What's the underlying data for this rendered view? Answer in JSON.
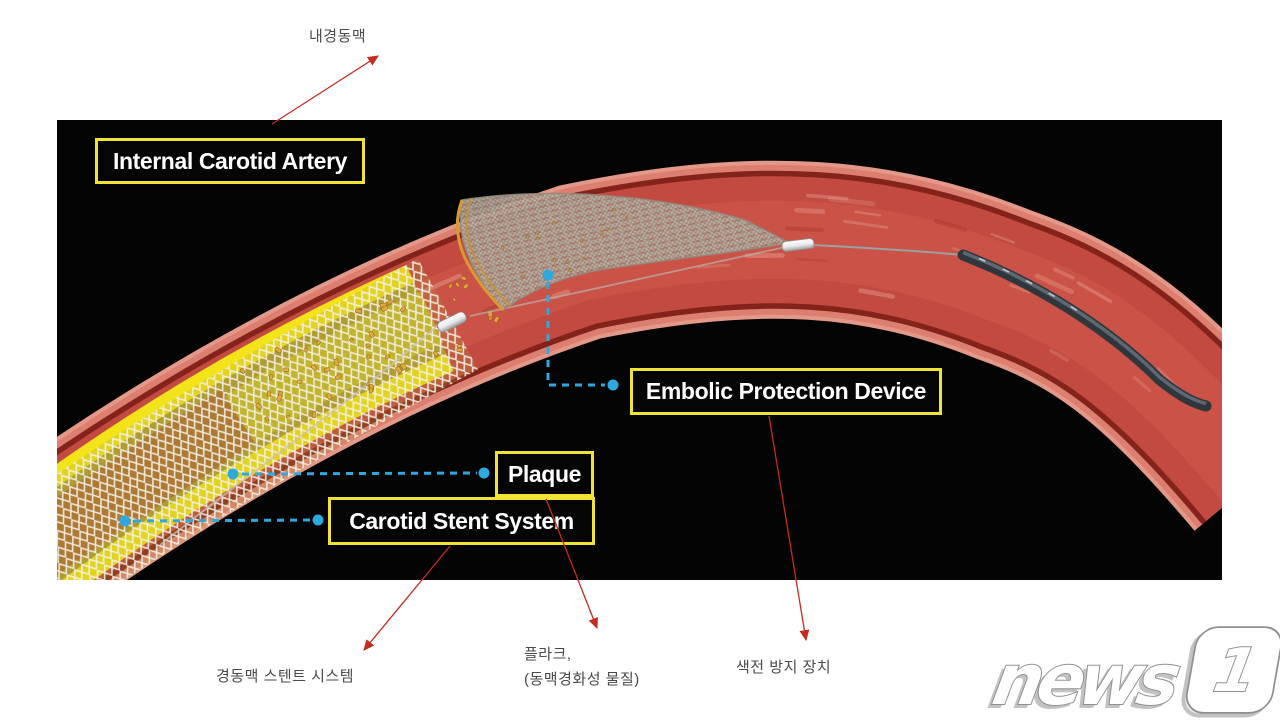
{
  "page": {
    "background": "#ffffff"
  },
  "annotations": {
    "top_korean": "내경동맥",
    "bottom_korean": {
      "stent": "경동맥 스텐트 시스템",
      "plaque_line1": "플라크,",
      "plaque_line2": "(동맥경화성 물질)",
      "embolic": "색전 방지 장치"
    }
  },
  "diagram": {
    "labels": {
      "internal_carotid_artery": "Internal Carotid Artery",
      "embolic_protection_device": "Embolic Protection Device",
      "plaque": "Plaque",
      "carotid_stent_system": "Carotid Stent System"
    },
    "colors": {
      "panel_background": "#040404",
      "label_border_yellow": "#f0e333",
      "label_text": "#ffffff",
      "connector_blue": "#2ea9e0",
      "arrow_red": "#c52b1e",
      "korean_text": "#4a4a4a",
      "artery_outer": "#f0a18f",
      "artery_wall": "#dd7f70",
      "artery_rim": "#84231c",
      "lumen": "#c24a40",
      "lumen_center": "#ce584c",
      "plaque_yellow": "#f2e418",
      "plaque_olive": "#a79433",
      "stent_wire": "#f2f0ea",
      "basket_mesh": "#bdb3a6",
      "basket_rim_orange": "#d99b2e",
      "debris": "#e6a83a",
      "catheter": "#2f363c",
      "marker_metal": "#e9e9e9"
    }
  },
  "logo": {
    "text": "news",
    "number": "1"
  }
}
